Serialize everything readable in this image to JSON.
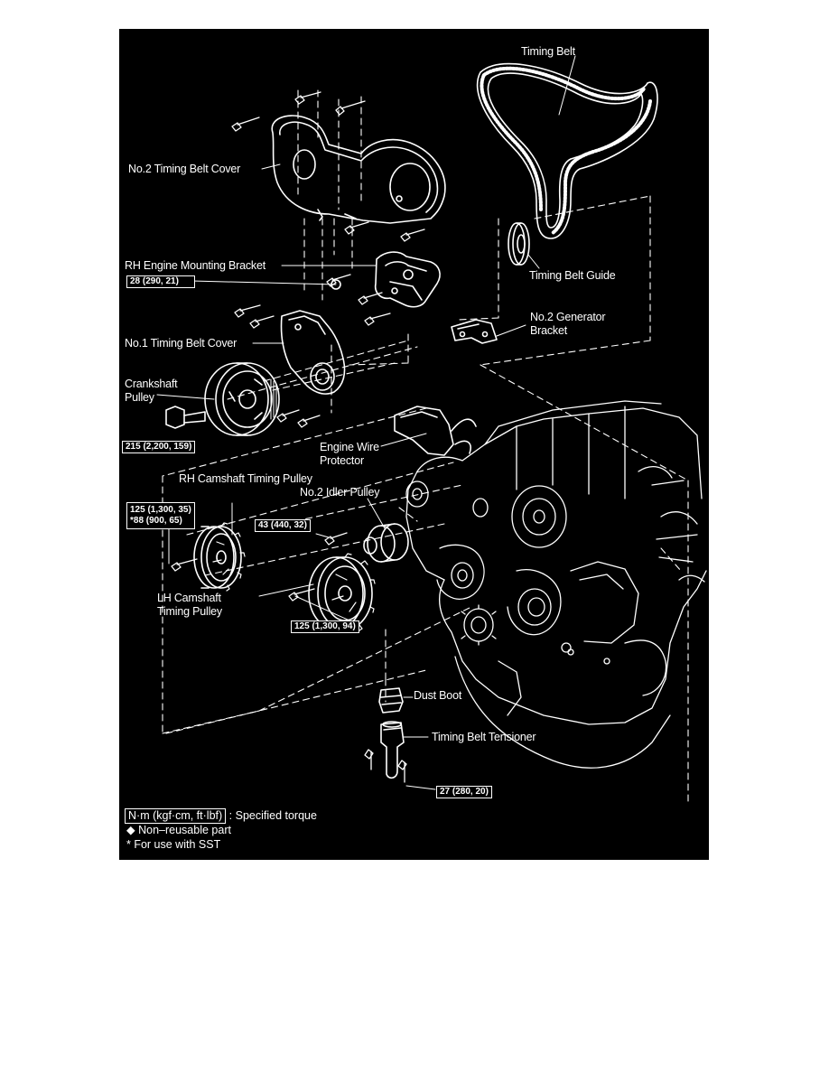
{
  "labels": {
    "timing_belt": "Timing Belt",
    "no2_timing_belt_cover": "No.2 Timing Belt Cover",
    "rh_engine_mounting_bracket": "RH Engine Mounting Bracket",
    "timing_belt_guide": "Timing Belt Guide",
    "no2_generator_bracket_line1": "No.2 Generator",
    "no2_generator_bracket_line2": "Bracket",
    "no1_timing_belt_cover": "No.1 Timing Belt Cover",
    "crankshaft_pulley_line1": "Crankshaft",
    "crankshaft_pulley_line2": "Pulley",
    "engine_wire_protector_line1": "Engine Wire",
    "engine_wire_protector_line2": "Protector",
    "rh_camshaft_timing_pulley": "RH Camshaft Timing Pulley",
    "no2_idler_pulley": "No.2 Idler Pulley",
    "lh_camshaft_timing_pulley_line1": "LH Camshaft",
    "lh_camshaft_timing_pulley_line2": "Timing Pulley",
    "dust_boot": "Dust Boot",
    "timing_belt_tensioner": "Timing Belt Tensioner"
  },
  "torques": {
    "bracket_bolt": "28 (290, 21)",
    "crankshaft_pulley_bolt": "215 (2,200, 159)",
    "rh_cam_bolt_line1": "125 (1,300, 35)",
    "rh_cam_bolt_line2": "*88 (900, 65)",
    "idler_bolt": "43 (440, 32)",
    "lh_cam_bolt": "125 (1,300, 94)",
    "tensioner_bolt": "27 (280, 20)"
  },
  "legend": {
    "torque_unit_box": "N·m (kgf·cm, ft·lbf)",
    "torque_desc": ": Specified torque",
    "non_reusable_symbol": "◆",
    "non_reusable": "Non–reusable part",
    "sst": "* For use with SST"
  },
  "colors": {
    "background": "#000000",
    "ink": "#ffffff"
  }
}
